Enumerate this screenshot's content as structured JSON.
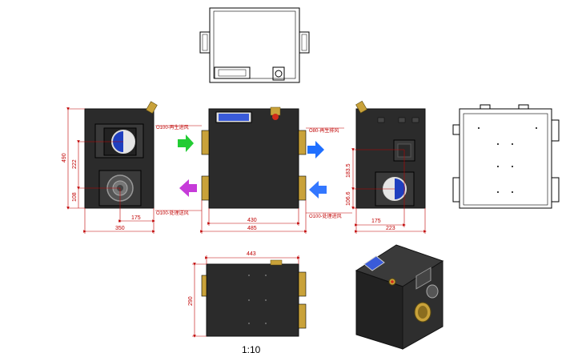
{
  "drawing": {
    "scale": "1:10",
    "colors": {
      "body": "#2b2b2b",
      "body_edge": "#111111",
      "dim_line": "#c00000",
      "display": "#3a5bd9",
      "brass": "#c9a23a",
      "arrow_in": "#22cc33",
      "arrow_out": "#1f6fff",
      "arrow_process_out": "#c63bd9",
      "arrow_process_in": "#3377ff"
    },
    "labels": {
      "regen_in": "Ο100-再生进风",
      "process_out": "Ο100-处理送风",
      "regen_out": "Ο80-再生排风",
      "process_in": "Ο100-处理进风"
    },
    "dimensions": {
      "left_height": "490",
      "left_upper": "222",
      "left_lower": "108",
      "left_175": "175",
      "left_350": "350",
      "front_430": "430",
      "front_485": "485",
      "right_183": "183.5",
      "right_106": "106.6",
      "right_175": "175",
      "right_223": "223",
      "bottom_443": "443",
      "bottom_290": "290"
    }
  }
}
